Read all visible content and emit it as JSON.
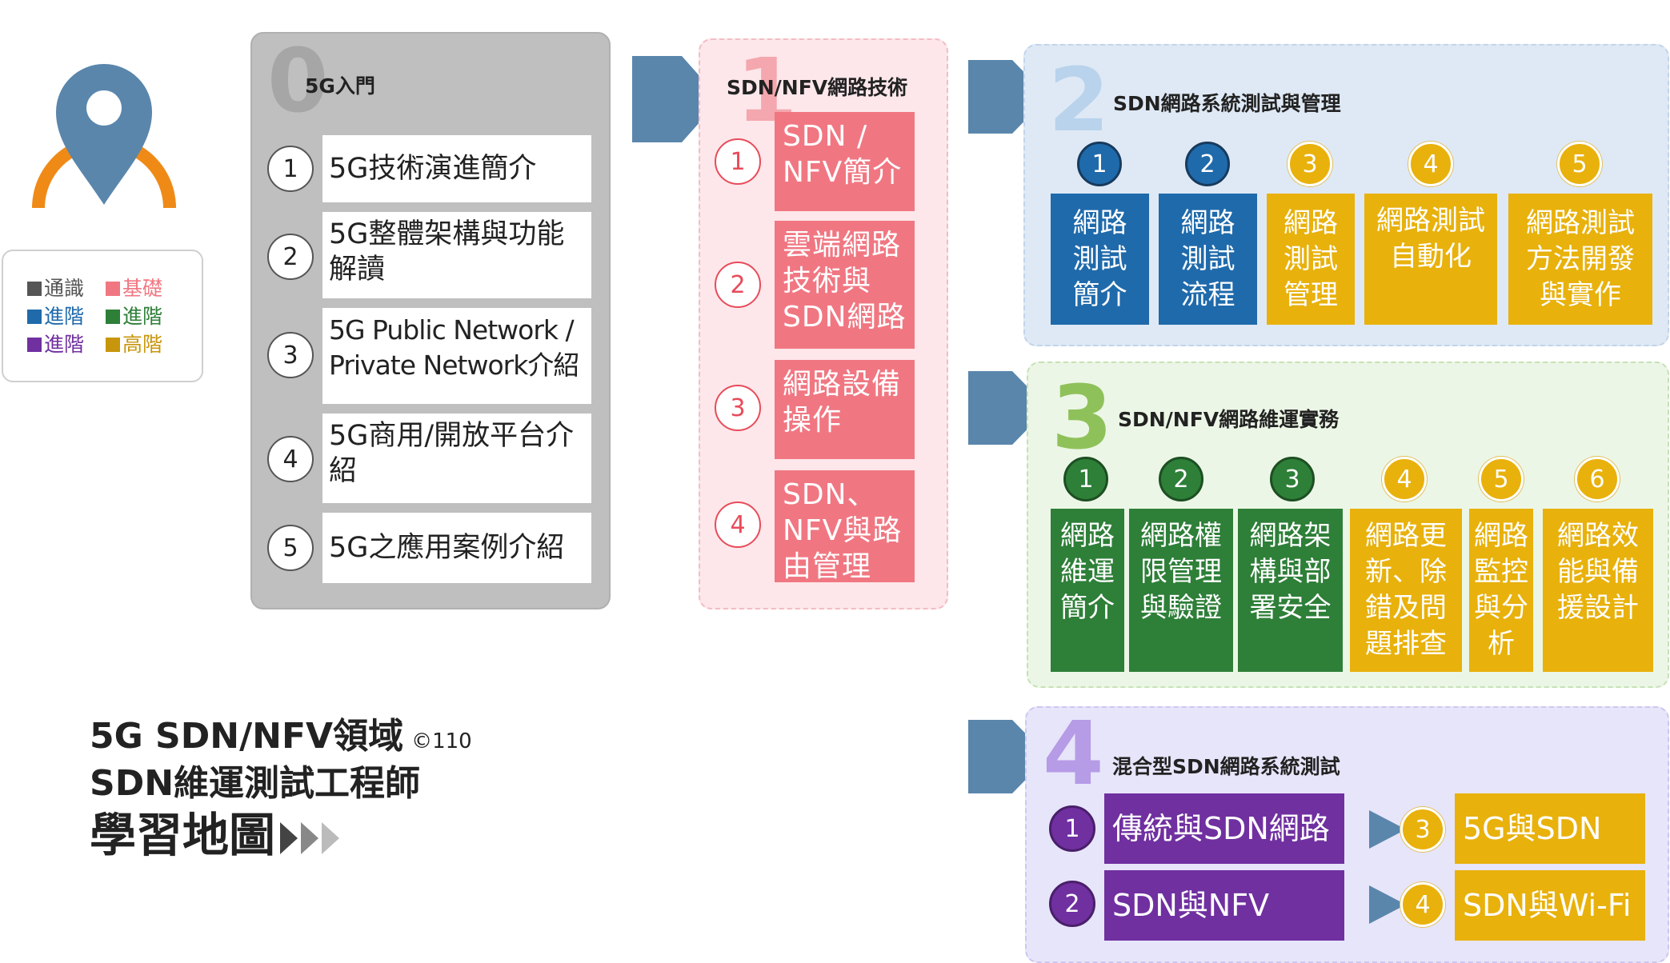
{
  "legend": {
    "items": [
      {
        "label": "通識",
        "color": "#555555"
      },
      {
        "label": "基礎",
        "color": "#f07782"
      },
      {
        "label": "進階",
        "color": "#1f6aab"
      },
      {
        "label": "進階",
        "color": "#2e7f38"
      },
      {
        "label": "進階",
        "color": "#7030a0"
      },
      {
        "label": "高階",
        "color": "#c8960c"
      }
    ]
  },
  "title": {
    "line1": "5G SDN/NFV領域",
    "copyright": "©110",
    "line2": "SDN維運測試工程師",
    "line3": "學習地圖"
  },
  "stage0": {
    "number": "0",
    "title": "5G入門",
    "items": [
      {
        "num": "1",
        "label": "5G技術演進簡介"
      },
      {
        "num": "2",
        "label": "5G整體架構與功能解讀"
      },
      {
        "num": "3",
        "label": "5G Public Network / Private Network介紹"
      },
      {
        "num": "4",
        "label": "5G商用/開放平台介紹"
      },
      {
        "num": "5",
        "label": "5G之應用案例介紹"
      }
    ]
  },
  "stage1": {
    "number": "1",
    "title": "SDN/NFV網路技術",
    "items": [
      {
        "num": "1",
        "label": "SDN / NFV簡介"
      },
      {
        "num": "2",
        "label": "雲端網路技術與SDN網路"
      },
      {
        "num": "3",
        "label": "網路設備操作"
      },
      {
        "num": "4",
        "label": "SDN、NFV與路由管理"
      }
    ]
  },
  "stage2": {
    "number": "2",
    "title": "SDN網路系統測試與管理",
    "items": [
      {
        "num": "1",
        "label": "網路測試簡介",
        "level": "進階"
      },
      {
        "num": "2",
        "label": "網路測試流程",
        "level": "進階"
      },
      {
        "num": "3",
        "label": "網路測試管理",
        "level": "高階"
      },
      {
        "num": "4",
        "label": "網路測試自動化",
        "level": "高階"
      },
      {
        "num": "5",
        "label": "網路測試方法開發與實作",
        "level": "高階"
      }
    ]
  },
  "stage3": {
    "number": "3",
    "title": "SDN/NFV網路維運實務",
    "items": [
      {
        "num": "1",
        "label": "網路維運簡介",
        "level": "進階"
      },
      {
        "num": "2",
        "label": "網路權限管理與驗證",
        "level": "進階"
      },
      {
        "num": "3",
        "label": "網路架構與部署安全",
        "level": "進階"
      },
      {
        "num": "4",
        "label": "網路更新、除錯及問題排查",
        "level": "高階"
      },
      {
        "num": "5",
        "label": "網路監控與分析",
        "level": "高階"
      },
      {
        "num": "6",
        "label": "網路效能與備援設計",
        "level": "高階"
      }
    ]
  },
  "stage4": {
    "number": "4",
    "title": "混合型SDN網路系統測試",
    "items": [
      {
        "num": "1",
        "label": "傳統與SDN網路",
        "level": "進階"
      },
      {
        "num": "2",
        "label": "SDN與NFV",
        "level": "進階"
      },
      {
        "num": "3",
        "label": "5G與SDN",
        "level": "高階"
      },
      {
        "num": "4",
        "label": "SDN與Wi-Fi",
        "level": "高階"
      }
    ]
  }
}
